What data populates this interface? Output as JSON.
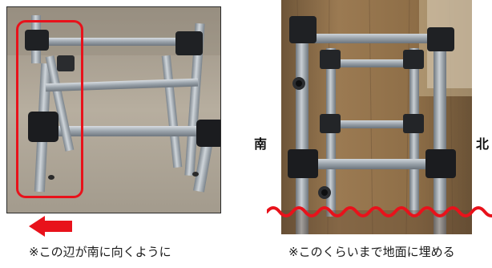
{
  "left_panel": {
    "caption": "※この辺が南に向くように",
    "highlight_color": "#e8121b",
    "arrow_icon": "arrow-left-icon",
    "arrow_color": "#e8121b"
  },
  "right_panel": {
    "caption": "※このくらいまで地面に埋める",
    "label_south": "南",
    "label_north": "北",
    "wave_color": "#e8121b"
  }
}
